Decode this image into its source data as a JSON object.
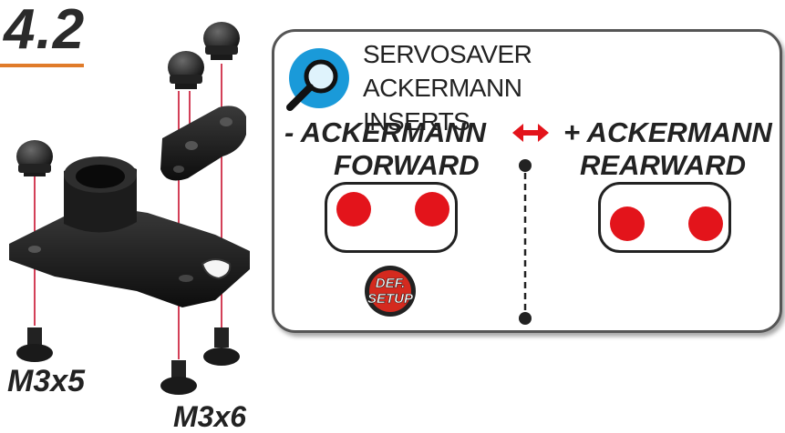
{
  "step": {
    "number": "4.2"
  },
  "hardware": {
    "screw_short_label": "M3x5",
    "screw_long_label": "M3x6"
  },
  "panel": {
    "title_line1": "SERVOSAVER ACKERMANN",
    "title_line2": "INSERTS",
    "left_option": {
      "heading": "- ACKERMANN",
      "direction": "FORWARD"
    },
    "right_option": {
      "heading": "+ ACKERMANN",
      "direction": "REARWARD"
    },
    "default_badge_line1": "DEF.",
    "default_badge_line2": "SETUP"
  },
  "colors": {
    "accent_orange": "#e07b2a",
    "insert_dot_red": "#e3141b",
    "magnifier_blue": "#1a9ad9"
  },
  "icons": [
    "magnifier-icon",
    "double-arrow-icon",
    "def-setup-badge-icon"
  ]
}
